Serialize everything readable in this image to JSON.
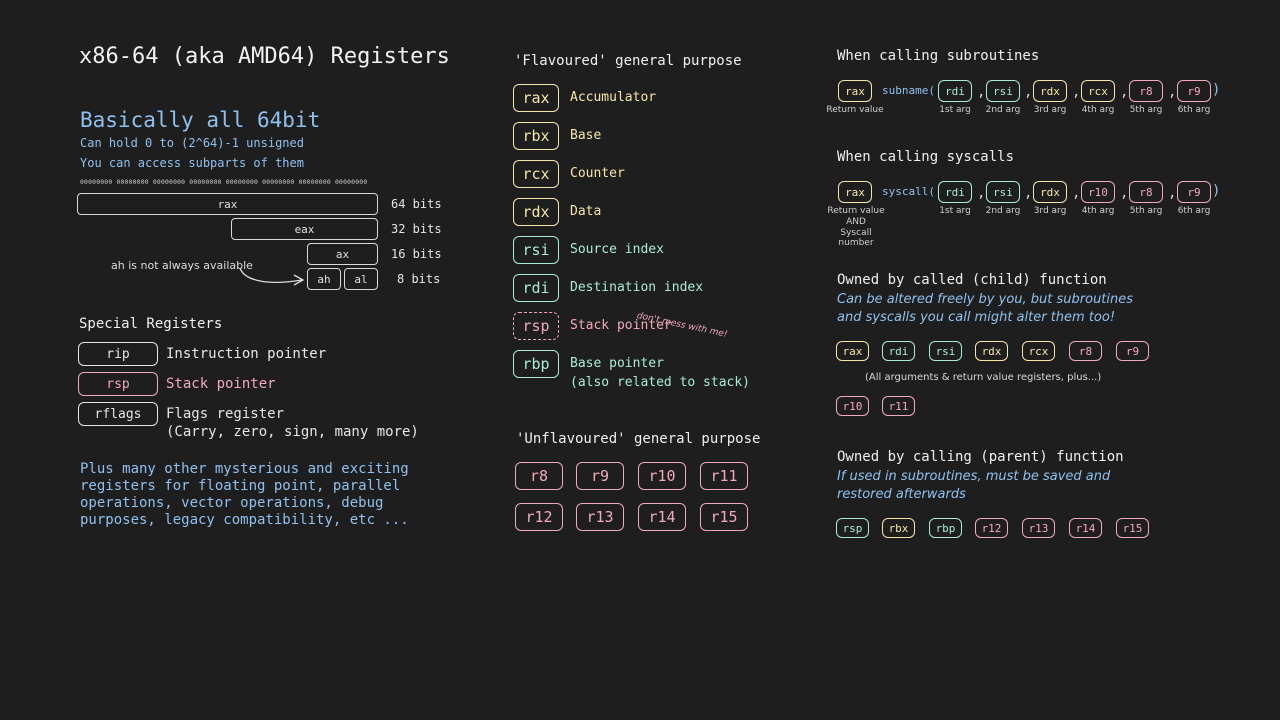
{
  "title": "x86-64 (aka AMD64) Registers",
  "basic": {
    "heading": "Basically all 64bit",
    "line1": "Can hold 0 to (2^64)-1 unsigned",
    "line2": "You can access subparts of them",
    "bits_row": "00000000 00000000 00000000 00000000 00000000 00000000 00000000 00000000",
    "rax": "rax",
    "eax": "eax",
    "ax": "ax",
    "ah": "ah",
    "al": "al",
    "bits64": "64 bits",
    "bits32": "32 bits",
    "bits16": "16 bits",
    "bits8": "8 bits",
    "ah_note": "ah is not always available"
  },
  "special": {
    "heading": "Special Registers",
    "items": [
      {
        "reg": "rip",
        "desc": "Instruction pointer"
      },
      {
        "reg": "rsp",
        "desc": "Stack pointer"
      },
      {
        "reg": "rflags",
        "desc": "Flags register",
        "desc2": "(Carry, zero, sign, many more)"
      }
    ],
    "more": [
      "Plus many other mysterious and exciting",
      "registers for floating point, parallel",
      "operations, vector operations, debug",
      "purposes, legacy compatibility, etc ..."
    ]
  },
  "flavoured": {
    "heading": "'Flavoured' general purpose",
    "items": [
      {
        "reg": "rax",
        "desc": "Accumulator"
      },
      {
        "reg": "rbx",
        "desc": "Base"
      },
      {
        "reg": "rcx",
        "desc": "Counter"
      },
      {
        "reg": "rdx",
        "desc": "Data"
      },
      {
        "reg": "rsi",
        "desc": "Source index"
      },
      {
        "reg": "rdi",
        "desc": "Destination index"
      },
      {
        "reg": "rsp",
        "desc": "Stack pointer"
      },
      {
        "reg": "rbp",
        "desc": "Base pointer",
        "desc2": "(also related to stack)"
      }
    ],
    "note": "don't mess with me!"
  },
  "unflavoured": {
    "heading": "'Unflavoured' general purpose",
    "regs": [
      "r8",
      "r9",
      "r10",
      "r11",
      "r12",
      "r13",
      "r14",
      "r15"
    ]
  },
  "subroutines": {
    "heading": "When calling subroutines",
    "ret": "rax",
    "func": "subname(",
    "args": [
      "rdi",
      "rsi",
      "rdx",
      "rcx",
      "r8",
      "r9"
    ],
    "close": ")",
    "comma": ",",
    "ret_caption": "Return value",
    "arg_captions": [
      "1st arg",
      "2nd arg",
      "3rd arg",
      "4th arg",
      "5th arg",
      "6th arg"
    ]
  },
  "syscalls": {
    "heading": "When calling syscalls",
    "ret": "rax",
    "func": "syscall(",
    "args": [
      "rdi",
      "rsi",
      "rdx",
      "r10",
      "r8",
      "r9"
    ],
    "close": ")",
    "comma": ",",
    "ret_caption": [
      "Return value",
      "AND",
      "Syscall number"
    ],
    "arg_captions": [
      "1st arg",
      "2nd arg",
      "3rd arg",
      "4th arg",
      "5th arg",
      "6th arg"
    ]
  },
  "child": {
    "heading": "Owned by called (child) function",
    "desc1": "Can be altered freely by you, but subroutines",
    "desc2": "and syscalls you call might alter them too!",
    "regs": [
      "rax",
      "rdi",
      "rsi",
      "rdx",
      "rcx",
      "r8",
      "r9"
    ],
    "note": "(All arguments & return value registers, plus...)",
    "regs2": [
      "r10",
      "r11"
    ]
  },
  "parent": {
    "heading": "Owned by calling (parent) function",
    "desc1": "If used in subroutines, must be saved and",
    "desc2": "restored afterwards",
    "regs": [
      "rsp",
      "rbx",
      "rbp",
      "r12",
      "r13",
      "r14",
      "r15"
    ]
  },
  "colors": {
    "background": "#1e1e1e",
    "yellow": "#f5e7a6",
    "green": "#a9ecd8",
    "pink": "#f3a9ba",
    "blue": "#8fc1f0"
  }
}
